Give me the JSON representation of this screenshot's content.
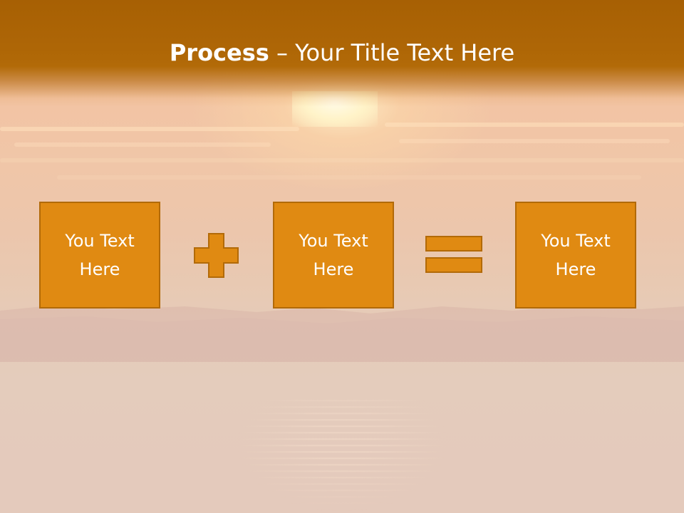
{
  "slide": {
    "title_bold": "Process",
    "title_rest": " – Your Title Text Here",
    "boxes": [
      {
        "label": "You Text Here"
      },
      {
        "label": "You Text Here"
      },
      {
        "label": "You Text Here"
      }
    ],
    "operators": [
      "plus-icon",
      "equals-icon"
    ]
  },
  "colors": {
    "header": "#ae6606",
    "box_fill": "#e08a12",
    "box_border": "#b26a08",
    "text": "#ffffff"
  }
}
